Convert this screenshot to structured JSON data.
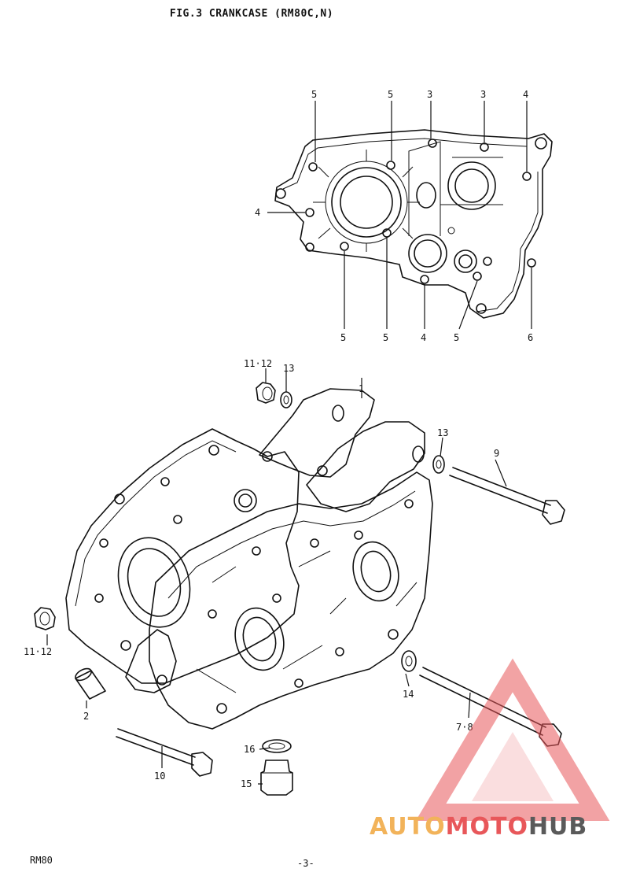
{
  "title": "FIG.3  CRANKCASE (RM80C,N)",
  "footer": {
    "model": "RM80",
    "page": "-3-"
  },
  "watermark": {
    "part1": "AUTO",
    "part2": "MOTO",
    "part3": "HUB"
  },
  "callouts_top": [
    "5",
    "5",
    "3",
    "3",
    "4",
    "4",
    "5",
    "5",
    "4",
    "5",
    "6"
  ],
  "callouts_bottom": [
    "11·12",
    "13",
    "1",
    "13",
    "9",
    "11·12",
    "2",
    "14",
    "7·8",
    "16",
    "10",
    "15"
  ],
  "colors": {
    "ink": "#111111",
    "watermark_orange": "#f2b35a",
    "watermark_red": "#e8575a",
    "watermark_gray": "#5a5a5a"
  }
}
